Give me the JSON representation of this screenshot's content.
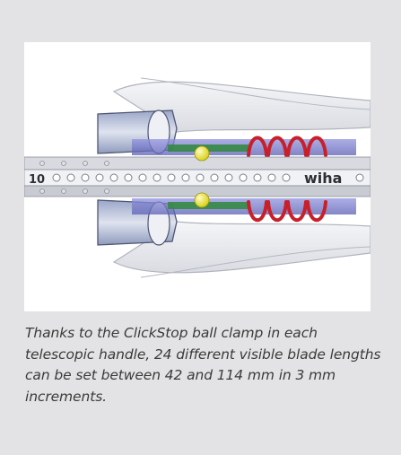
{
  "illustration": {
    "scale_number": "10",
    "brand_label": "wiha"
  },
  "caption": {
    "text": "Thanks to the ClickStop ball clamp in each telescopic handle, 24 different visible blade lengths can be set between 42 and 114 mm in 3 mm increments."
  },
  "colors": {
    "page_background": "#e3e3e5",
    "panel_background": "#ffffff",
    "clamp_ball": "#e8e022",
    "spring": "#c8202a",
    "rail": "#c9cbd2",
    "blue_housing": "#6c6fc2"
  }
}
